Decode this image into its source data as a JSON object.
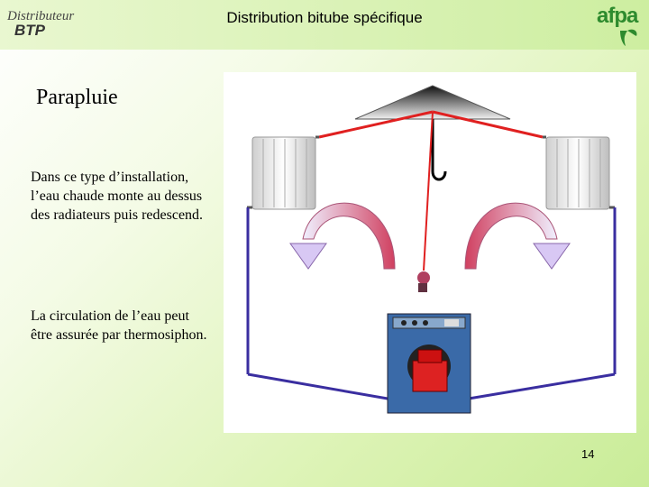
{
  "header": {
    "logo_left_line1": "Distributeur",
    "logo_left_line2": "BTP",
    "title": "Distribution bitube spécifique",
    "logo_right": "afpa"
  },
  "main": {
    "section_title": "Parapluie",
    "paragraph1": "Dans ce type d’installation, l’eau chaude monte au dessus des radiateurs puis redescend.",
    "paragraph2": "La circulation de l’eau peut être assurée par thermosiphon."
  },
  "diagram": {
    "hot_pipe_color": "#e02020",
    "return_pipe_color": "#3a2ea0",
    "flow_arrow_color": "#d0c0f0",
    "boiler_color": "#3a6aa8"
  },
  "footer": {
    "page_number": "14"
  }
}
